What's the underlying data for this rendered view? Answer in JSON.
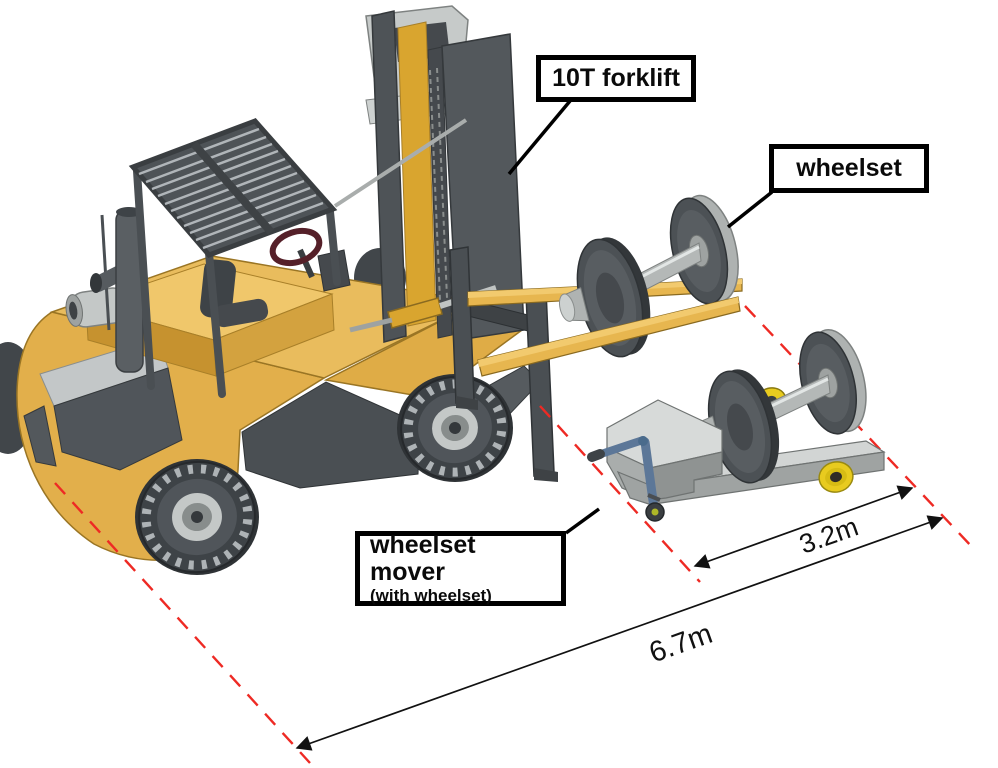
{
  "diagram": {
    "background": "#ffffff",
    "annotations": {
      "forklift_label": "10T forklift",
      "wheelset_label": "wheelset",
      "mover_label": "wheelset mover",
      "mover_sublabel": "(with wheelset)"
    },
    "dimensions": {
      "mover_length": "3.2m",
      "overall_length": "6.7m"
    },
    "colors": {
      "forklift_body_yellow": "#e2af4b",
      "forklift_dark_gray": "#53585c",
      "steel_light_gray": "#c9cdcc",
      "mover_frame_gray": "#d2d5d4",
      "roller_yellow": "#e8cb1f",
      "handle_blue": "#5c7798",
      "extension_line_red": "#ee2a24",
      "dimension_line_black": "#111111",
      "annotation_border_black": "#000000"
    }
  }
}
